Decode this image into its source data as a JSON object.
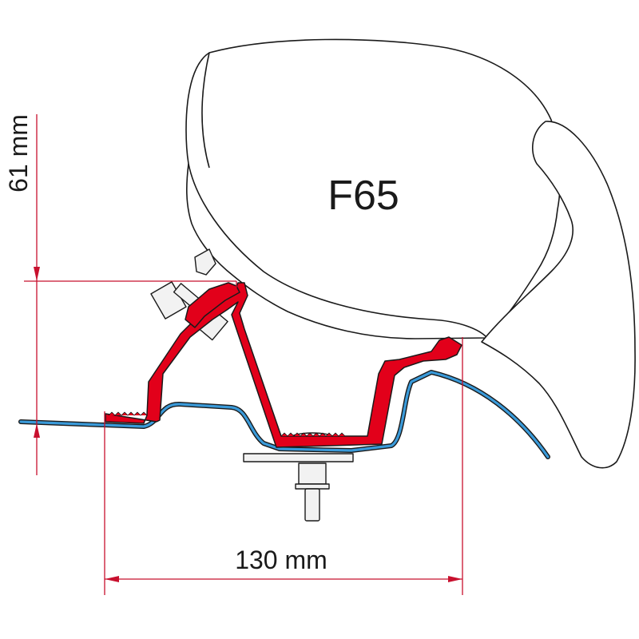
{
  "model_label": "F65",
  "dimensions": {
    "height": "61 mm",
    "width": "130 mm"
  },
  "colors": {
    "awning_outline": "#1a1a1a",
    "bracket_fill": "#e2001a",
    "dimension_line": "#c8102e",
    "roof_rail": "#3a9ad9",
    "hardware": "#f2f2f2"
  }
}
